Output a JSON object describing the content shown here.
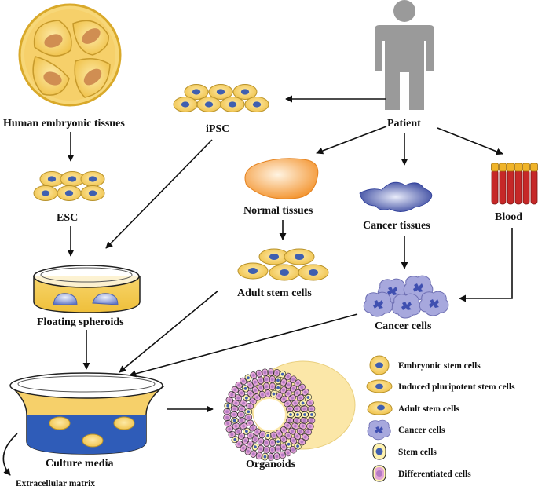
{
  "labels": {
    "human_embryonic_tissues": "Human embryonic tissues",
    "esc": "ESC",
    "ipsc": "iPSC",
    "patient": "Patient",
    "normal_tissues": "Normal tissues",
    "cancer_tissues": "Cancer tissues",
    "blood": "Blood",
    "adult_stem_cells": "Adult stem cells",
    "cancer_cells": "Cancer cells",
    "floating_spheroids": "Floating spheroids",
    "culture_media": "Culture media",
    "extracellular_matrix": "Extracellular matrix",
    "organoids": "Organoids"
  },
  "legend": {
    "items": [
      {
        "label": "Embryonic stem cells",
        "icon": "embryonic-stem-cell-icon"
      },
      {
        "label": "Induced pluripotent stem cells",
        "icon": "ipsc-icon"
      },
      {
        "label": "Adult stem cells",
        "icon": "adult-stem-cell-icon"
      },
      {
        "label": "Cancer cells",
        "icon": "cancer-cell-icon"
      },
      {
        "label": "Stem cells",
        "icon": "stem-cell-icon"
      },
      {
        "label": "Differentiated cells",
        "icon": "differentiated-cell-icon"
      }
    ]
  },
  "colors": {
    "cell_fill": "#f5d36a",
    "cell_stroke": "#b8922a",
    "nucleus": "#3f5fb0",
    "patient": "#9a9a9a",
    "blood": "#c62828",
    "blood_cap": "#f0b429",
    "cancer_cell": "#a7a8dd",
    "medium": "#2f5cb8",
    "organoid_purple": "#b57bc4"
  }
}
